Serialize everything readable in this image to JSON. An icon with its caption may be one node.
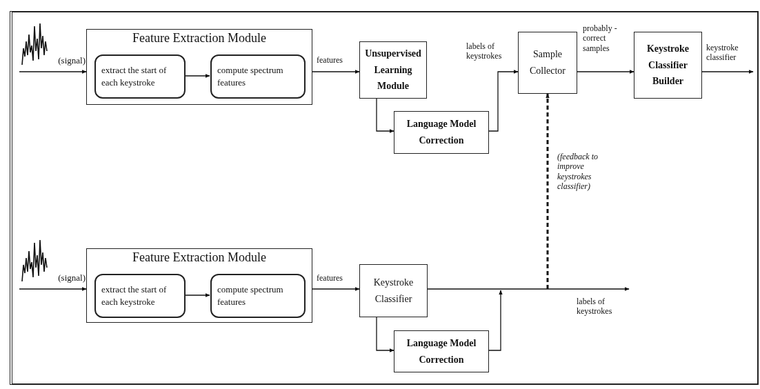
{
  "diagram": {
    "nodes": [
      {
        "text": [
          "(signal)"
        ]
      },
      {
        "text": [
          "Feature Extraction Module"
        ]
      },
      {
        "text": [
          "extract the start of each keystroke"
        ],
        "in": 1
      },
      {
        "text": [
          "compute spectrum features"
        ],
        "in": 1
      },
      {
        "text": [
          "Unsupervised Learning Module"
        ]
      },
      {
        "text": [
          "Language Model Correction"
        ]
      },
      {
        "text": [
          "Sample Collector"
        ]
      },
      {
        "text": [
          "Keystroke Classifier Builder"
        ]
      },
      {
        "text": [
          "(signal)"
        ]
      },
      {
        "text": [
          "Feature Extraction Module"
        ]
      },
      {
        "text": [
          "extract the start of each keystroke"
        ],
        "in": 9
      },
      {
        "text": [
          "compute spectrum features"
        ],
        "in": 9
      },
      {
        "text": [
          "Keystroke Classifier"
        ]
      },
      {
        "text": [
          "Language Model Correction"
        ]
      }
    ],
    "edges": [
      {
        "from": 0,
        "to": 1,
        "arrow": "to"
      },
      {
        "from": 2,
        "to": 3,
        "arrow": "to"
      },
      {
        "from": 1,
        "to": 4,
        "arrow": "to",
        "label": "features"
      },
      {
        "from": 4,
        "to": 5,
        "arrow": "to"
      },
      {
        "from": 5,
        "to": 6,
        "arrow": "to",
        "label": "labels of keystrokes"
      },
      {
        "from": 6,
        "to": 7,
        "arrow": "to",
        "label": "probably -correct samples"
      },
      {
        "from": 7,
        "to": null,
        "arrow": "to",
        "label": "keystroke classifier"
      },
      {
        "from": 8,
        "to": 9,
        "arrow": "to"
      },
      {
        "from": 10,
        "to": 11,
        "arrow": "to"
      },
      {
        "from": 9,
        "to": 12,
        "arrow": "to",
        "label": "features"
      },
      {
        "from": 12,
        "to": 13,
        "arrow": "to"
      },
      {
        "from": 12,
        "to": null,
        "arrow": "to",
        "label": "labels of keystrokes"
      },
      {
        "from": 13,
        "to": null,
        "arrow": "to"
      },
      {
        "from": null,
        "to": 6,
        "arrow": "to",
        "style": "dashed",
        "label": "(feedback to improve keystrokes classifier)"
      }
    ]
  }
}
